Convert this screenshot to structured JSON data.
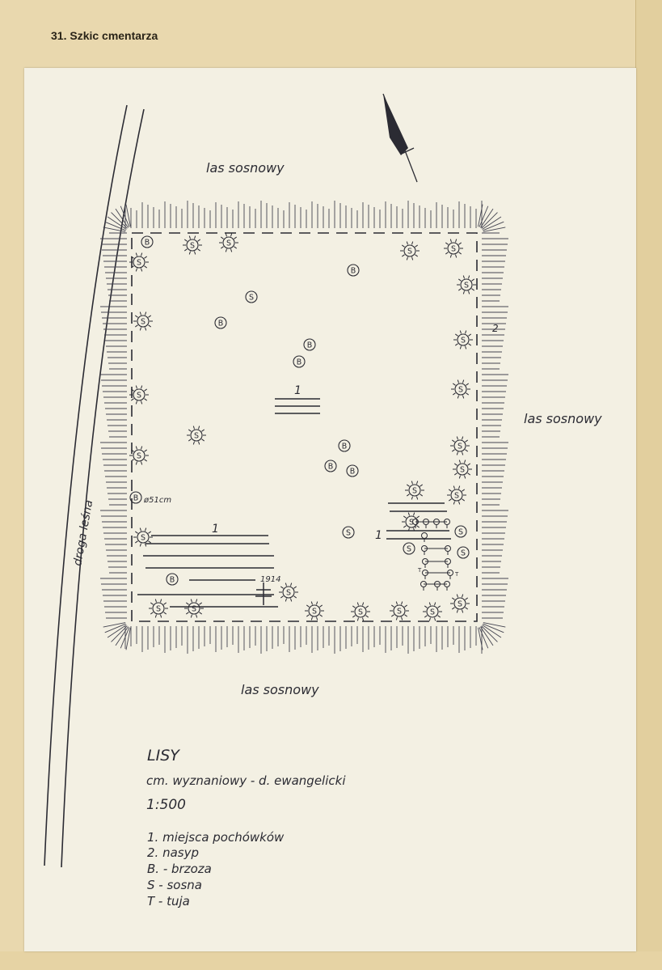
{
  "header": {
    "title": "31. Szkic cmentarza"
  },
  "map": {
    "forest_label_top": "las sosnowy",
    "forest_label_right": "las sosnowy",
    "forest_label_bottom": "las sosnowy",
    "road_label": "droga leśna",
    "burial_marker": "1",
    "embankment_marker": "2",
    "tree_diameter_note": "ø51cm",
    "cross_year": "1914",
    "birch_symbol": "B",
    "pine_symbol": "S",
    "thuja_symbol": "T"
  },
  "title_block": {
    "place": "LISY",
    "description": "cm. wyznaniowy - d. ewangelicki",
    "scale": "1:500"
  },
  "legend": [
    "1. miejsca pochówków",
    "2. nasyp",
    "B. - brzoza",
    "S - sosna",
    "T - tuja"
  ],
  "colors": {
    "paper": "#f3f0e3",
    "folder": "#e9d8ae",
    "ink": "#2b2b33"
  }
}
